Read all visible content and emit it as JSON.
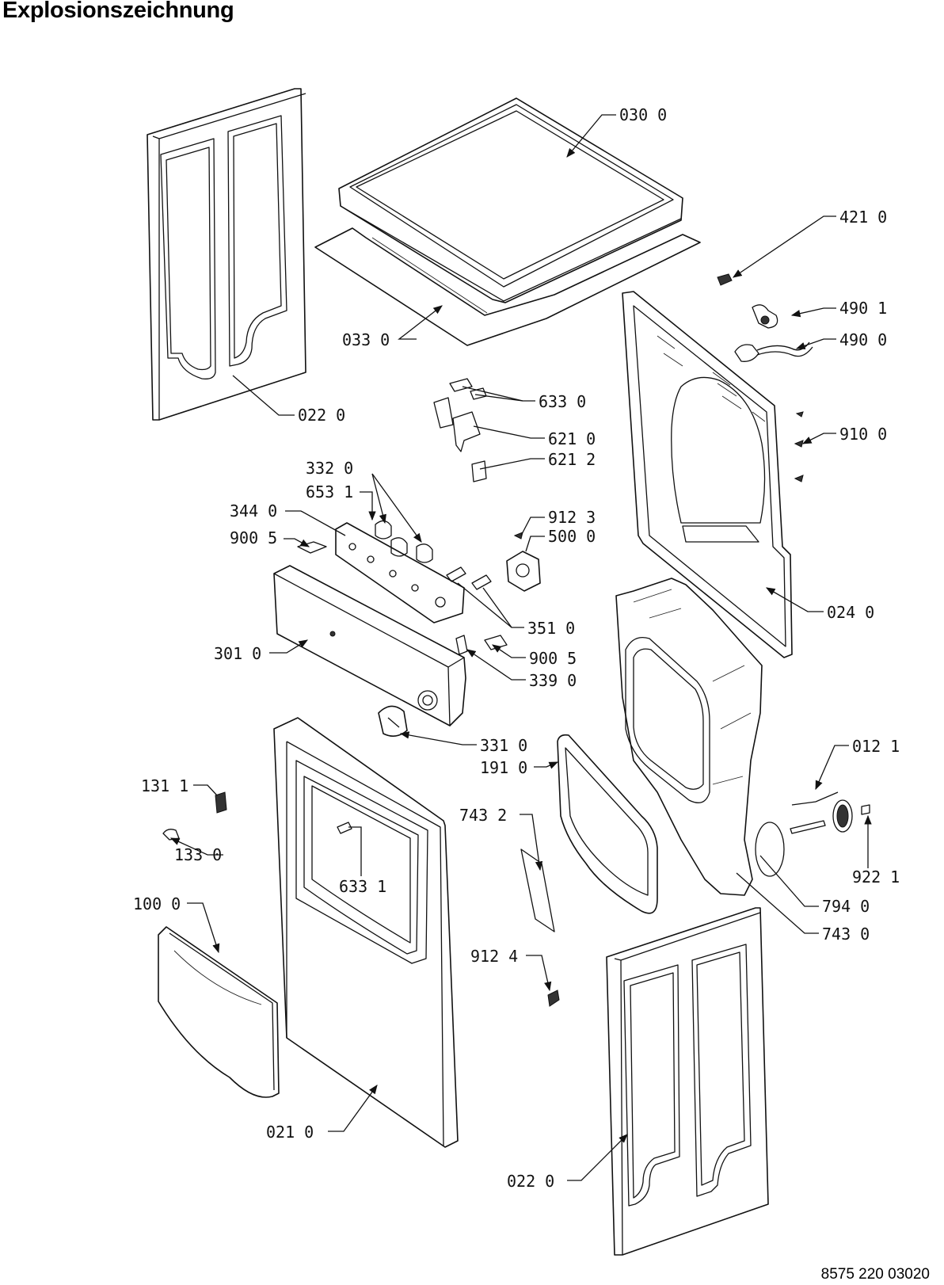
{
  "title": "Explosionszeichnung",
  "doc_number": "8575 220 03020",
  "parts": [
    {
      "id": "p0300",
      "label": "030 0"
    },
    {
      "id": "p4210",
      "label": "421 0"
    },
    {
      "id": "p4901",
      "label": "490 1"
    },
    {
      "id": "p0330",
      "label": "033 0"
    },
    {
      "id": "p4900",
      "label": "490 0"
    },
    {
      "id": "p6330",
      "label": "633 0"
    },
    {
      "id": "p0220a",
      "label": "022 0"
    },
    {
      "id": "p9100",
      "label": "910 0"
    },
    {
      "id": "p6210",
      "label": "621 0"
    },
    {
      "id": "p6212",
      "label": "621 2"
    },
    {
      "id": "p3320",
      "label": "332 0"
    },
    {
      "id": "p6531",
      "label": "653 1"
    },
    {
      "id": "p3440",
      "label": "344 0"
    },
    {
      "id": "p9123",
      "label": "912 3"
    },
    {
      "id": "p9005a",
      "label": "900 5"
    },
    {
      "id": "p5000",
      "label": "500 0"
    },
    {
      "id": "p0240",
      "label": "024 0"
    },
    {
      "id": "p3510",
      "label": "351 0"
    },
    {
      "id": "p3010",
      "label": "301 0"
    },
    {
      "id": "p9005b",
      "label": "900 5"
    },
    {
      "id": "p3390",
      "label": "339 0"
    },
    {
      "id": "p3310",
      "label": "331 0"
    },
    {
      "id": "p1910",
      "label": "191 0"
    },
    {
      "id": "p0121",
      "label": "012 1"
    },
    {
      "id": "p1311",
      "label": "131 1"
    },
    {
      "id": "p7432",
      "label": "743 2"
    },
    {
      "id": "p1330",
      "label": "133 0"
    },
    {
      "id": "p9221",
      "label": "922 1"
    },
    {
      "id": "p6331",
      "label": "633 1"
    },
    {
      "id": "p7940",
      "label": "794 0"
    },
    {
      "id": "p1000",
      "label": "100 0"
    },
    {
      "id": "p7430",
      "label": "743 0"
    },
    {
      "id": "p9124",
      "label": "912 4"
    },
    {
      "id": "p0210",
      "label": "021 0"
    },
    {
      "id": "p0220b",
      "label": "022 0"
    }
  ]
}
